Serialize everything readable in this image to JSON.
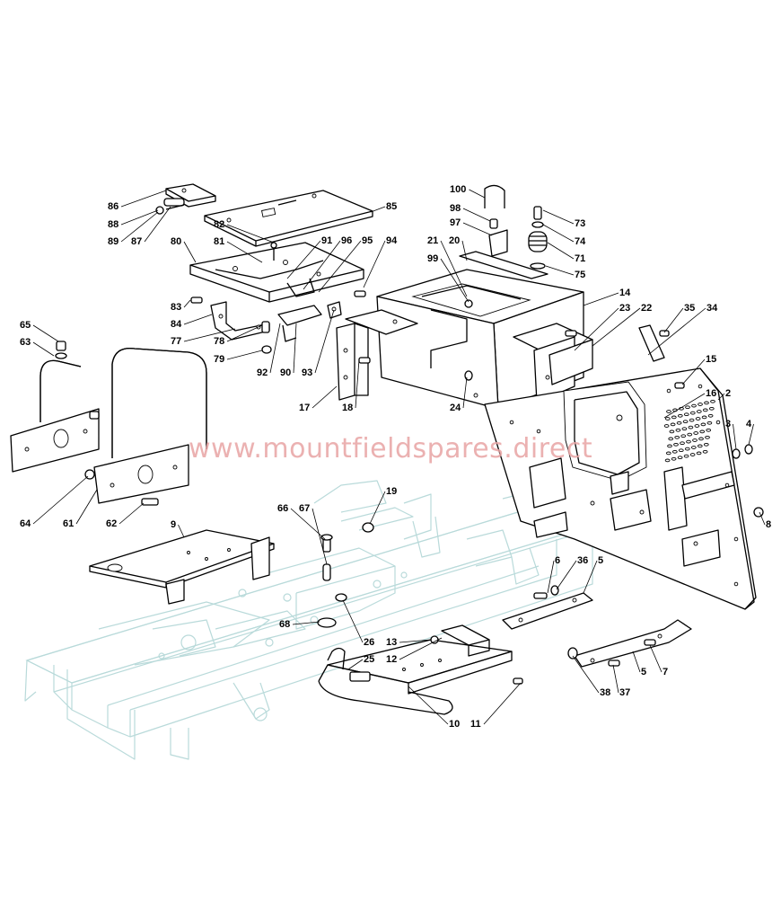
{
  "diagram": {
    "watermark": "www.mountfieldspares.direct",
    "labels": [
      "86",
      "88",
      "89",
      "87",
      "82",
      "85",
      "80",
      "81",
      "91",
      "96",
      "95",
      "94",
      "83",
      "84",
      "77",
      "78",
      "79",
      "92",
      "90",
      "93",
      "65",
      "63",
      "64",
      "61",
      "62",
      "9",
      "66",
      "67",
      "19",
      "68",
      "26",
      "25",
      "13",
      "12",
      "10",
      "11",
      "100",
      "98",
      "97",
      "73",
      "74",
      "71",
      "75",
      "21",
      "20",
      "99",
      "14",
      "23",
      "22",
      "35",
      "34",
      "15",
      "16",
      "2",
      "3",
      "4",
      "8",
      "17",
      "18",
      "24",
      "6",
      "36",
      "5",
      "5",
      "7",
      "38",
      "37"
    ]
  }
}
